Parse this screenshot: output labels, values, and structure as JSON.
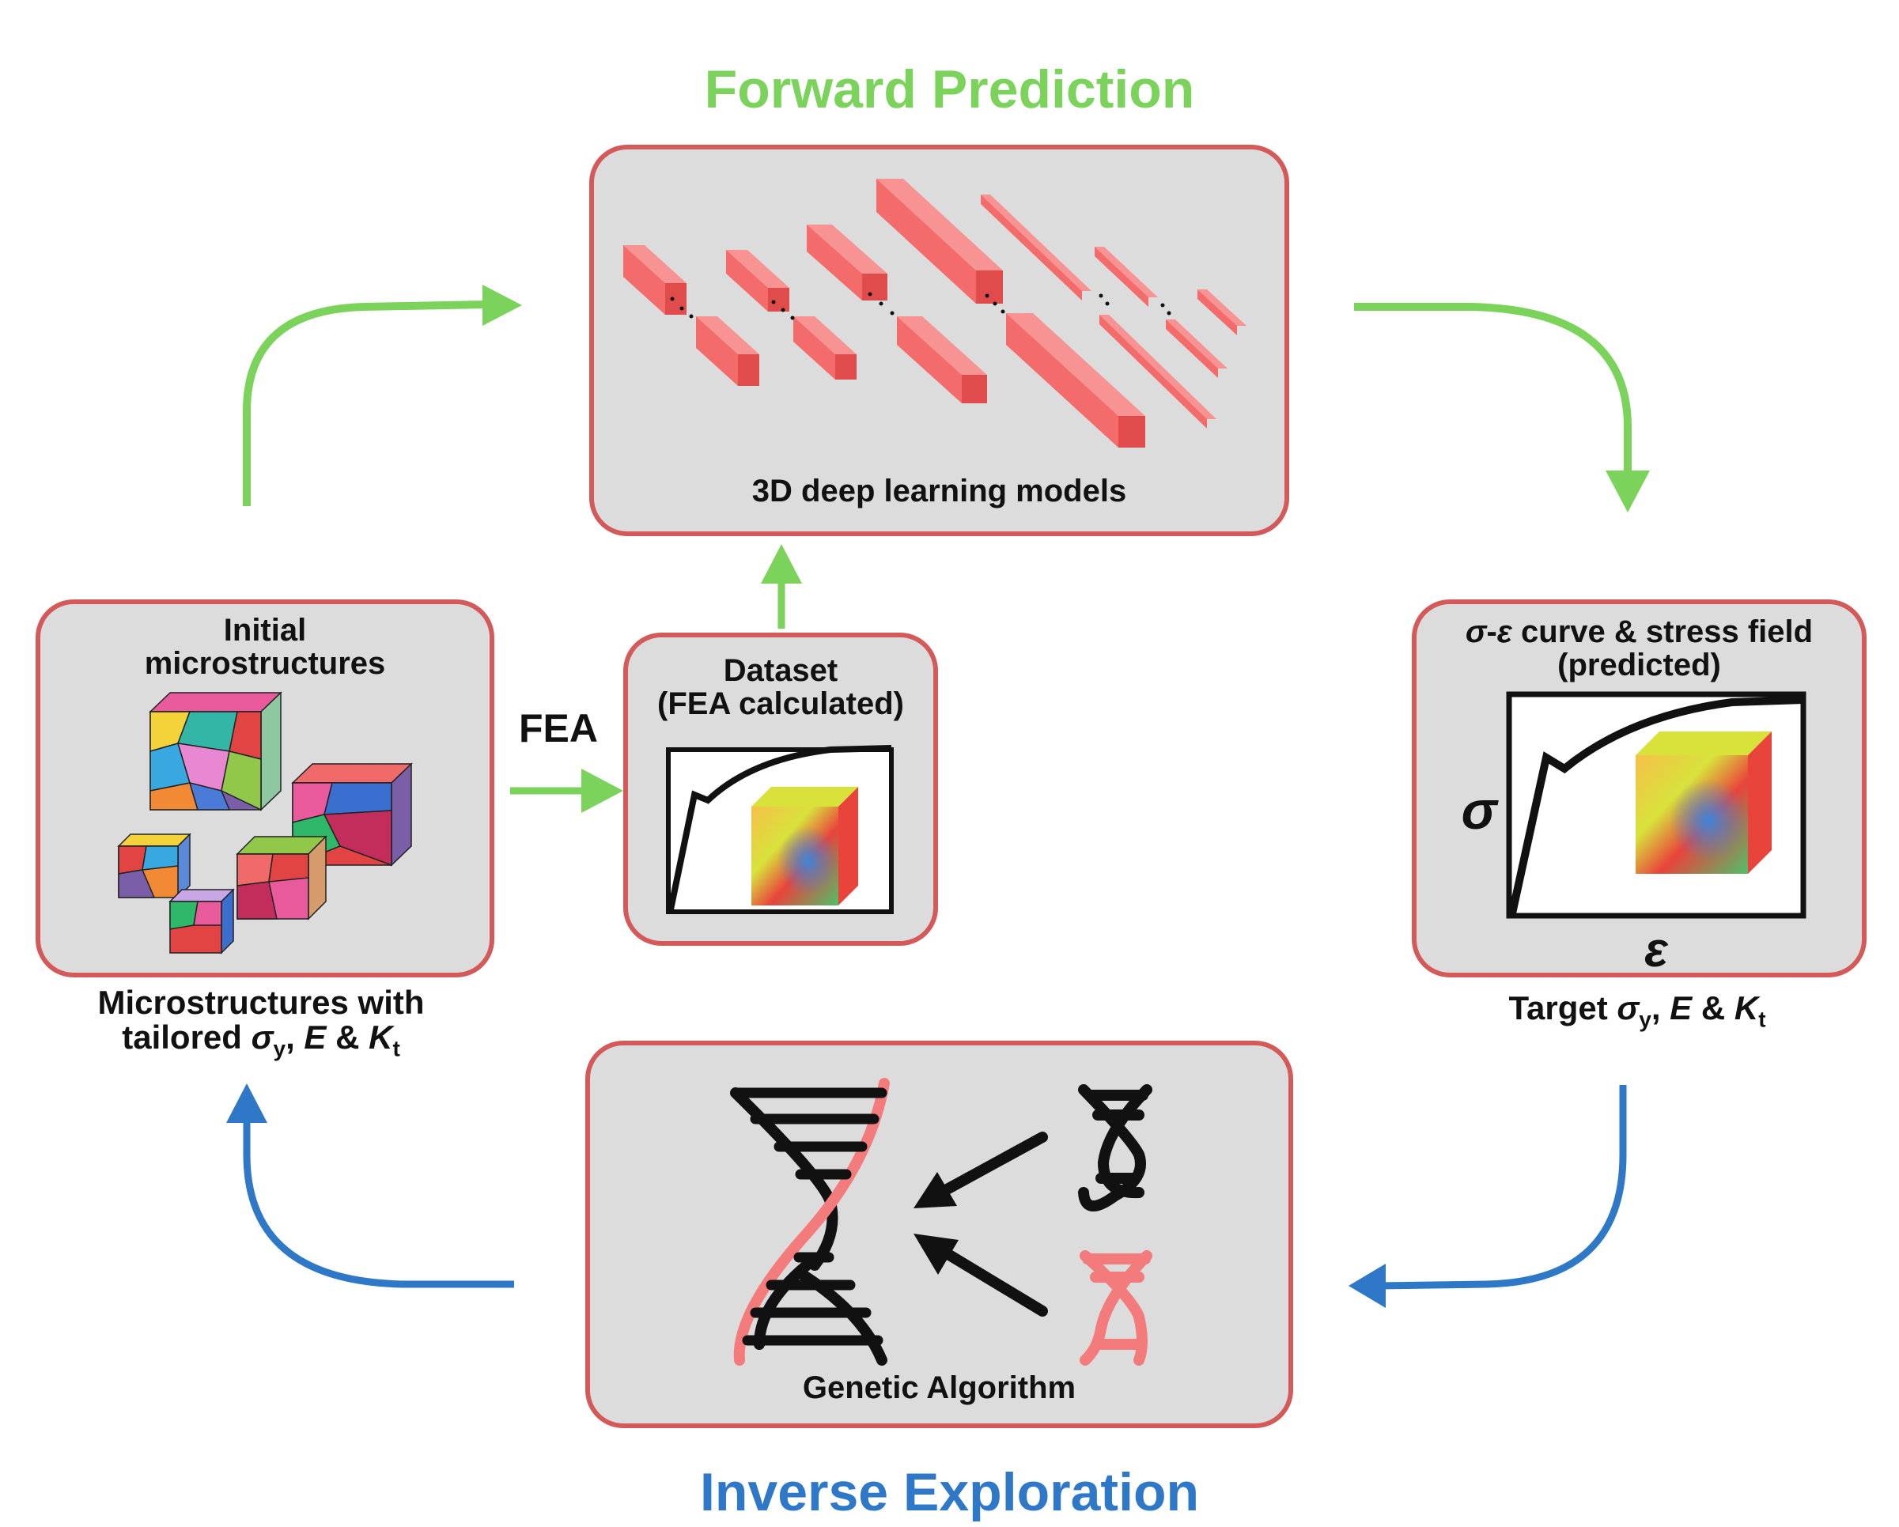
{
  "titles": {
    "forward": "Forward Prediction",
    "inverse": "Inverse Exploration"
  },
  "panels": {
    "deep_learning": {
      "label": "3D deep learning models"
    },
    "initial": {
      "line1": "Initial",
      "line2": "microstructures"
    },
    "dataset": {
      "line1": "Dataset",
      "line2": "(FEA calculated)"
    },
    "prediction": {
      "sym_sigma": "σ",
      "sym_sep": "-",
      "sym_eps": "ε",
      "line1_rest": " curve & stress field",
      "line2": "(predicted)",
      "axis_y": "σ",
      "axis_x": "ε"
    },
    "genetic": {
      "label": "Genetic Algorithm"
    }
  },
  "edge_labels": {
    "fea": "FEA"
  },
  "captions": {
    "left": {
      "line1": "Microstructures with",
      "tailored": "tailored ",
      "sigma": "σ",
      "y_sub": "y",
      "comma": ", ",
      "E": "E",
      "amp": " & ",
      "K": "K",
      "t_sub": "t"
    },
    "right": {
      "target": "Target ",
      "sigma": "σ",
      "y_sub": "y",
      "comma": ", ",
      "E": "E",
      "amp": " & ",
      "K": "K",
      "t_sub": "t"
    }
  },
  "colors": {
    "forward_green": "#7bd35c",
    "inverse_blue": "#2f78c8",
    "panel_border": "#d45a5a",
    "panel_fill": "#dcdcdc",
    "layer_red": "#f36b6b",
    "dna_black": "#111111",
    "dna_pink": "#f47b7b"
  }
}
